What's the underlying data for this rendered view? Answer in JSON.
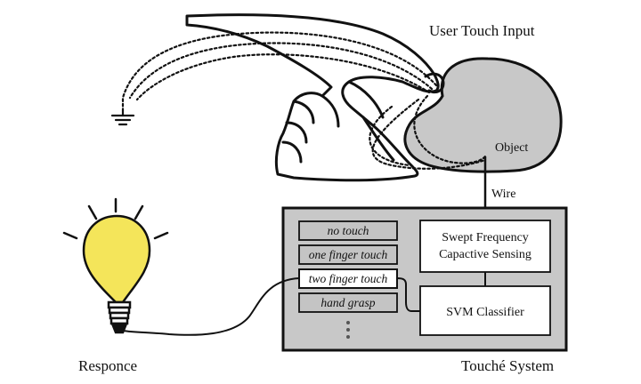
{
  "labels": {
    "user_touch_input": "User Touch Input",
    "object": "Object",
    "wire": "Wire",
    "response": "Responce",
    "system": "Touché System"
  },
  "classes": [
    "no touch",
    "one finger touch",
    "two finger touch",
    "hand grasp"
  ],
  "active_class_index": 2,
  "blocks": {
    "sensing_line1": "Swept Frequency",
    "sensing_line2": "Capactive Sensing",
    "classifier": "SVM Classifier"
  },
  "colors": {
    "object_fill": "#c8c8c8",
    "system_fill": "#c8c8c8",
    "class_fill": "#c4c4c4",
    "active_class_fill": "#ffffff",
    "bulb_fill": "#f4e55a",
    "line": "#111111"
  }
}
